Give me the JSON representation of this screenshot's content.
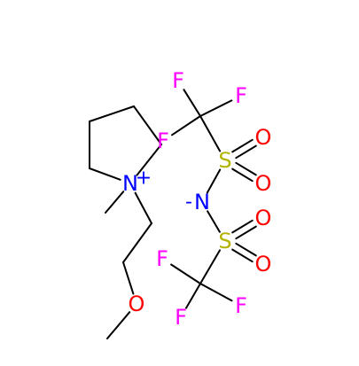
{
  "colors": {
    "F": "#ff00ff",
    "S": "#b3b300",
    "O": "#ff0000",
    "N": "#0000ff",
    "C": "#000000"
  },
  "molecule": {
    "atoms": [
      {
        "id": "ring-c1",
        "element": "C",
        "label": ""
      },
      {
        "id": "ring-c2",
        "element": "C",
        "label": ""
      },
      {
        "id": "ring-c3",
        "element": "C",
        "label": ""
      },
      {
        "id": "ring-c4",
        "element": "C",
        "label": ""
      },
      {
        "id": "n-plus",
        "element": "N",
        "label": "N",
        "charge": "+"
      },
      {
        "id": "n-methyl-c",
        "element": "C",
        "label": ""
      },
      {
        "id": "ethyl-c1",
        "element": "C",
        "label": ""
      },
      {
        "id": "ethyl-c2",
        "element": "C",
        "label": ""
      },
      {
        "id": "ether-o",
        "element": "O",
        "label": "O"
      },
      {
        "id": "o-methyl-c",
        "element": "C",
        "label": ""
      },
      {
        "id": "cf3-top-c",
        "element": "C",
        "label": ""
      },
      {
        "id": "f-top-1",
        "element": "F",
        "label": "F"
      },
      {
        "id": "f-top-2",
        "element": "F",
        "label": "F"
      },
      {
        "id": "f-top-3",
        "element": "F",
        "label": "F"
      },
      {
        "id": "s-top",
        "element": "S",
        "label": "S"
      },
      {
        "id": "o-s-top-1",
        "element": "O",
        "label": "O"
      },
      {
        "id": "o-s-top-2",
        "element": "O",
        "label": "O"
      },
      {
        "id": "n-minus",
        "element": "N",
        "label": "N",
        "charge": "-"
      },
      {
        "id": "s-bottom",
        "element": "S",
        "label": "S"
      },
      {
        "id": "o-s-bottom-1",
        "element": "O",
        "label": "O"
      },
      {
        "id": "o-s-bottom-2",
        "element": "O",
        "label": "O"
      },
      {
        "id": "cf3-bottom-c",
        "element": "C",
        "label": ""
      },
      {
        "id": "f-bottom-1",
        "element": "F",
        "label": "F"
      },
      {
        "id": "f-bottom-2",
        "element": "F",
        "label": "F"
      },
      {
        "id": "f-bottom-3",
        "element": "F",
        "label": "F"
      }
    ],
    "bonds": [
      {
        "from": "ring-c1",
        "to": "ring-c2",
        "order": 1
      },
      {
        "from": "ring-c2",
        "to": "ring-c3",
        "order": 1
      },
      {
        "from": "ring-c3",
        "to": "ring-c4",
        "order": 1
      },
      {
        "from": "ring-c4",
        "to": "n-plus",
        "order": 1
      },
      {
        "from": "n-plus",
        "to": "ring-c1",
        "order": 1
      },
      {
        "from": "n-plus",
        "to": "n-methyl-c",
        "order": 1
      },
      {
        "from": "n-plus",
        "to": "ethyl-c1",
        "order": 1
      },
      {
        "from": "ethyl-c1",
        "to": "ethyl-c2",
        "order": 1
      },
      {
        "from": "ethyl-c2",
        "to": "ether-o",
        "order": 1
      },
      {
        "from": "ether-o",
        "to": "o-methyl-c",
        "order": 1
      },
      {
        "from": "cf3-top-c",
        "to": "f-top-1",
        "order": 1
      },
      {
        "from": "cf3-top-c",
        "to": "f-top-2",
        "order": 1
      },
      {
        "from": "cf3-top-c",
        "to": "f-top-3",
        "order": 1
      },
      {
        "from": "cf3-top-c",
        "to": "s-top",
        "order": 1
      },
      {
        "from": "s-top",
        "to": "o-s-top-1",
        "order": 2
      },
      {
        "from": "s-top",
        "to": "o-s-top-2",
        "order": 2
      },
      {
        "from": "s-top",
        "to": "n-minus",
        "order": 1
      },
      {
        "from": "n-minus",
        "to": "s-bottom",
        "order": 1
      },
      {
        "from": "s-bottom",
        "to": "o-s-bottom-1",
        "order": 2
      },
      {
        "from": "s-bottom",
        "to": "o-s-bottom-2",
        "order": 2
      },
      {
        "from": "s-bottom",
        "to": "cf3-bottom-c",
        "order": 1
      },
      {
        "from": "cf3-bottom-c",
        "to": "f-bottom-1",
        "order": 1
      },
      {
        "from": "cf3-bottom-c",
        "to": "f-bottom-2",
        "order": 1
      },
      {
        "from": "cf3-bottom-c",
        "to": "f-bottom-3",
        "order": 1
      }
    ]
  }
}
